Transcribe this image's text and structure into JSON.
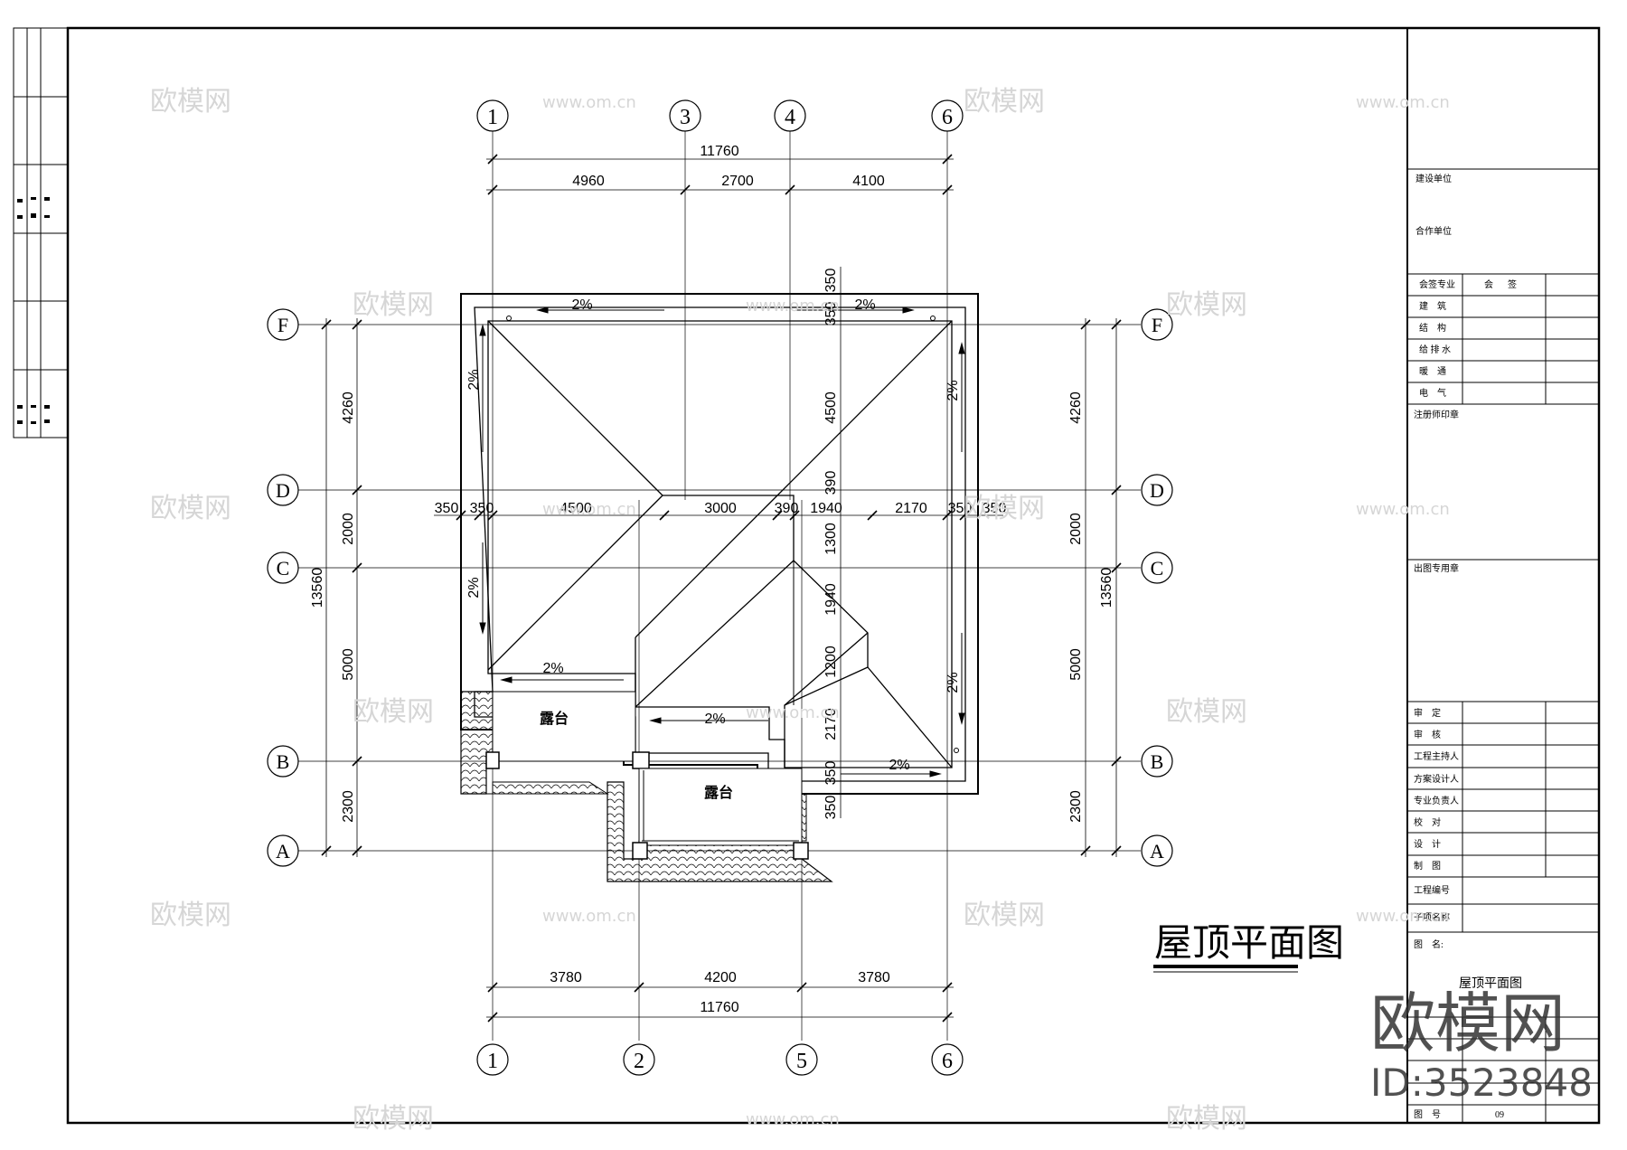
{
  "drawing_title": "屋顶平面图",
  "axes_top": [
    "1",
    "3",
    "4",
    "6"
  ],
  "axes_bottom": [
    "1",
    "2",
    "5",
    "6"
  ],
  "axes_rows": [
    "F",
    "D",
    "C",
    "B",
    "A"
  ],
  "dims_top": {
    "total": "11760",
    "segments": [
      "4960",
      "2700",
      "4100"
    ]
  },
  "dims_bottom": {
    "total": "11760",
    "segments": [
      "3780",
      "4200",
      "3780"
    ]
  },
  "dims_side": {
    "total": "13560",
    "segments": [
      "4260",
      "2000",
      "5000",
      "2300"
    ]
  },
  "dims_row_d": [
    "350",
    "350",
    "4500",
    "3000",
    "390",
    "1940",
    "2170",
    "350",
    "350"
  ],
  "dims_vertical_mid": [
    "350",
    "350",
    "4500",
    "390",
    "1300",
    "1940",
    "1200",
    "2170",
    "350",
    "350"
  ],
  "slope_label": "2%",
  "terrace_label": "露台",
  "title_block": {
    "build_unit": "建设单位",
    "coop_unit": "合作单位",
    "sign_header": [
      "会签专业",
      "会",
      "签"
    ],
    "sign_rows": [
      "建　筑",
      "结　构",
      "给 排 水",
      "暖　通",
      "电　气"
    ],
    "reg_seal": "注册师印章",
    "drawing_seal": "出图专用章",
    "roles": [
      "审　定",
      "审　核",
      "工程主持人",
      "方案设计人",
      "专业负责人",
      "校　对",
      "设　计",
      "制　图"
    ],
    "project_no": "工程编号",
    "project_name": "子项名称",
    "drawing_name_label": "图　名:",
    "drawing_name": "屋顶平面图",
    "sheet_no_label": "图　号",
    "sheet_no": "09"
  },
  "watermark": {
    "logo": "欧模网",
    "url": "www.om.cn",
    "id": "ID:3523848"
  }
}
